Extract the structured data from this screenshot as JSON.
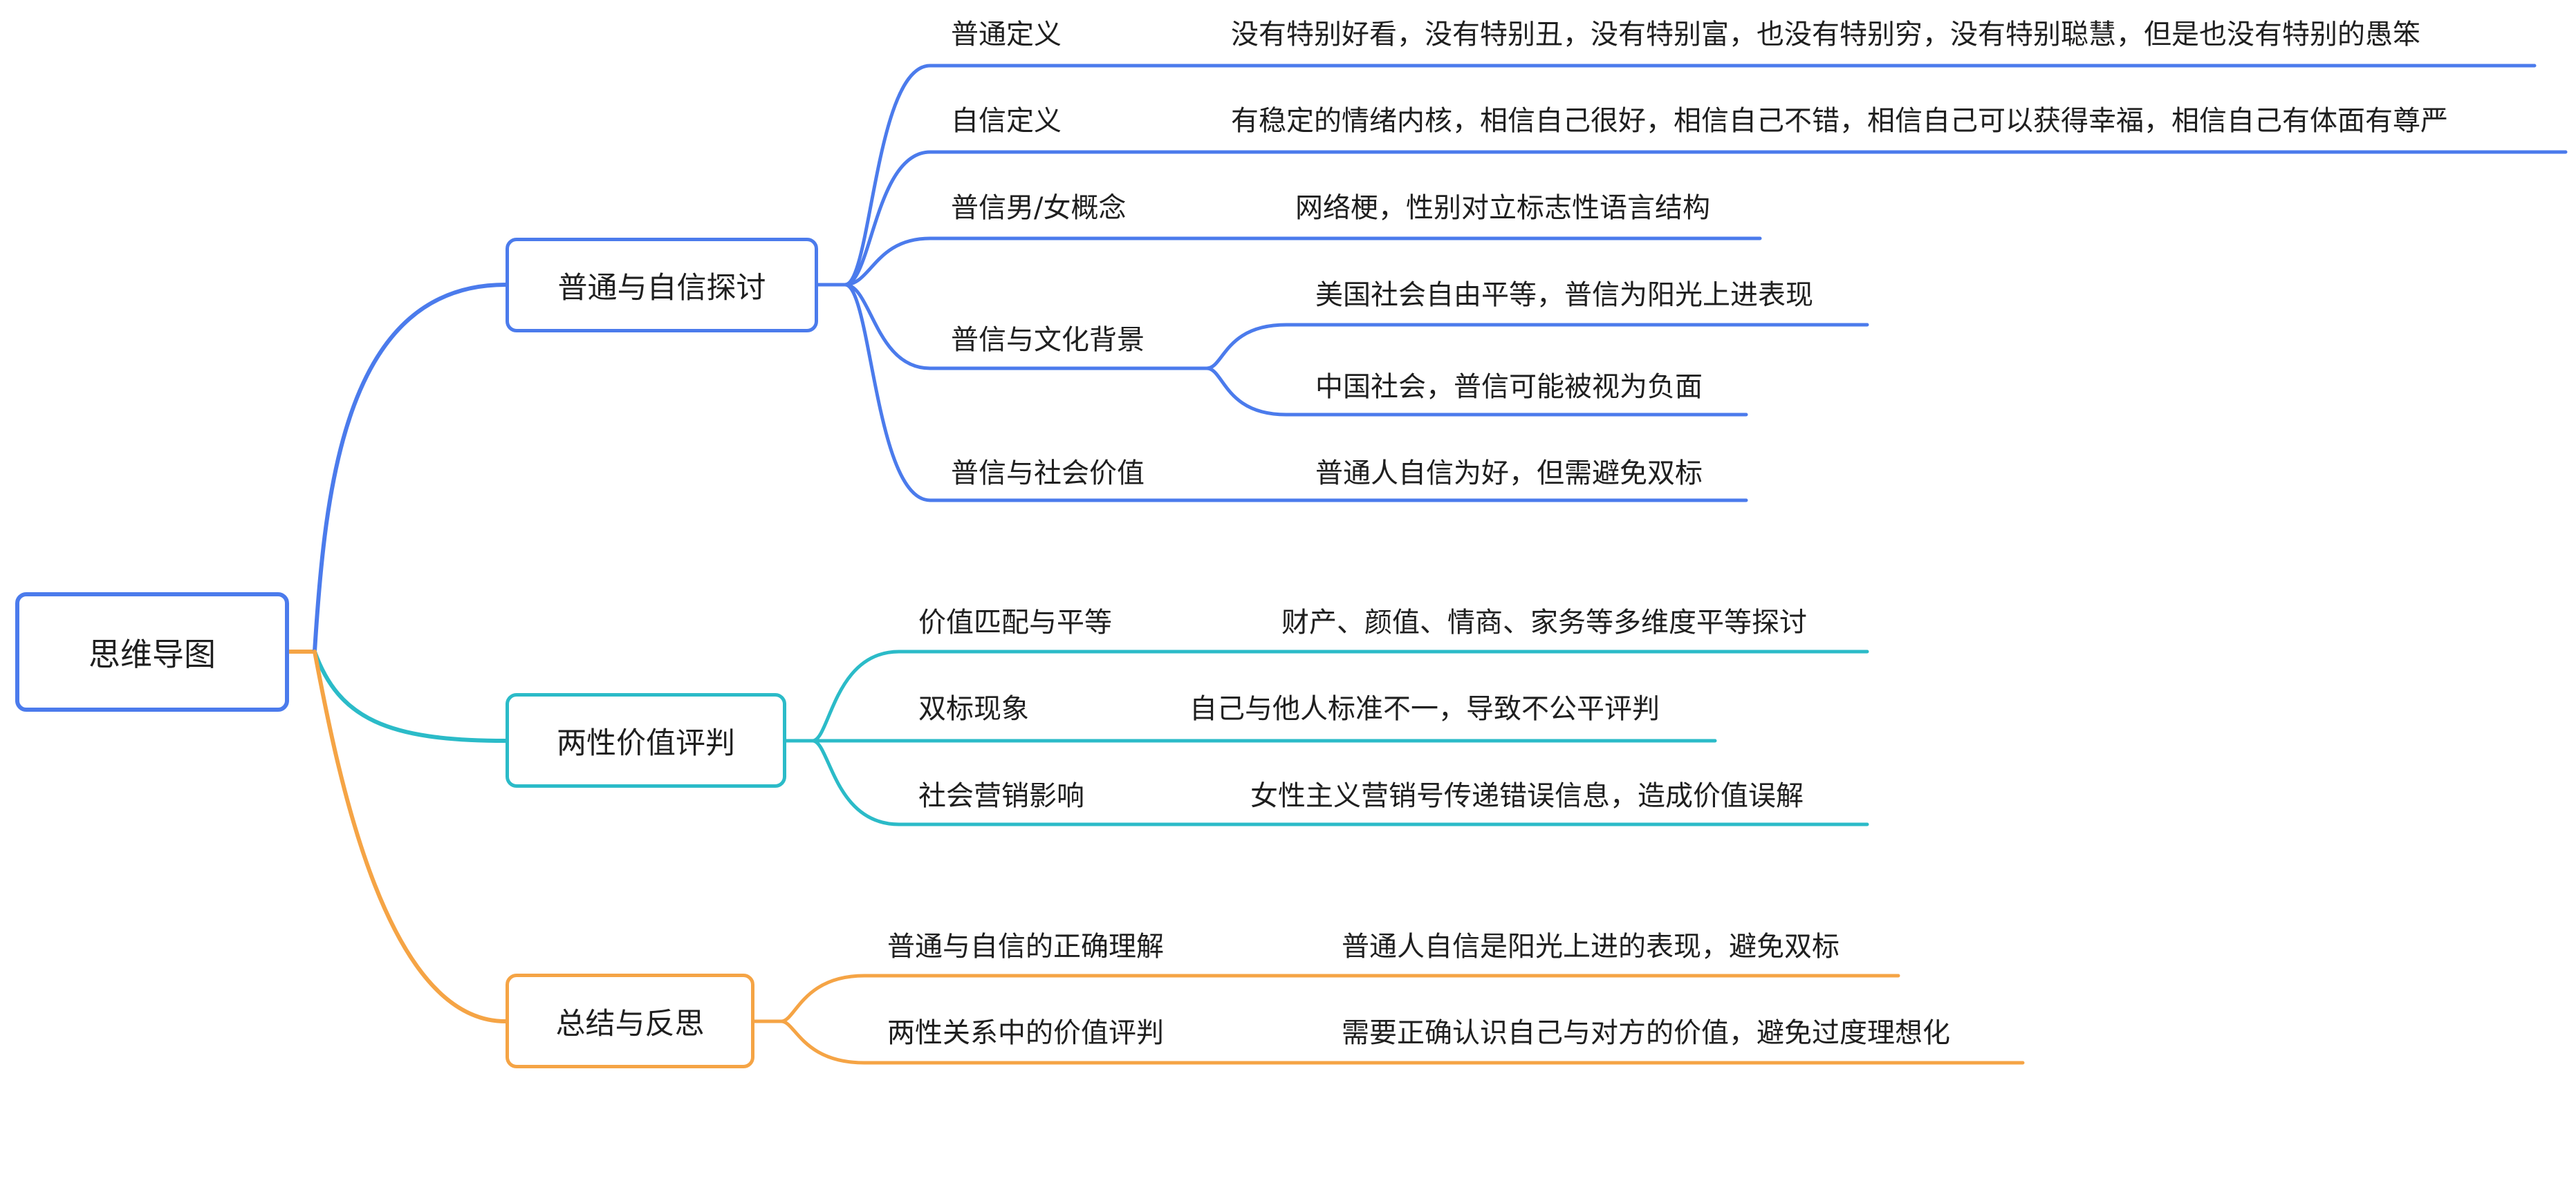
{
  "root": {
    "label": "思维导图",
    "color": "#4B7BEC"
  },
  "branches": [
    {
      "label": "普通与自信探讨",
      "color": "#4B7BEC",
      "topics": [
        {
          "label": "普通定义",
          "details": [
            "没有特别好看，没有特别丑，没有特别富，也没有特别穷，没有特别聪慧，但是也没有特别的愚笨"
          ]
        },
        {
          "label": "自信定义",
          "details": [
            "有稳定的情绪内核，相信自己很好，相信自己不错，相信自己可以获得幸福，相信自己有体面有尊严"
          ]
        },
        {
          "label": "普信男/女概念",
          "details": [
            "网络梗，性别对立标志性语言结构"
          ]
        },
        {
          "label": "普信与文化背景",
          "details": [
            "美国社会自由平等，普信为阳光上进表现",
            "中国社会，普信可能被视为负面"
          ]
        },
        {
          "label": "普信与社会价值",
          "details": [
            "普通人自信为好，但需避免双标"
          ]
        }
      ]
    },
    {
      "label": "两性价值评判",
      "color": "#2BBBC8",
      "topics": [
        {
          "label": "价值匹配与平等",
          "details": [
            "财产、颜值、情商、家务等多维度平等探讨"
          ]
        },
        {
          "label": "双标现象",
          "details": [
            "自己与他人标准不一，导致不公平评判"
          ]
        },
        {
          "label": "社会营销影响",
          "details": [
            "女性主义营销号传递错误信息，造成价值误解"
          ]
        }
      ]
    },
    {
      "label": "总结与反思",
      "color": "#F5A445",
      "topics": [
        {
          "label": "普通与自信的正确理解",
          "details": [
            "普通人自信是阳光上进的表现，避免双标"
          ]
        },
        {
          "label": "两性关系中的价值评判",
          "details": [
            "需要正确认识自己与对方的价值，避免过度理想化"
          ]
        }
      ]
    }
  ]
}
